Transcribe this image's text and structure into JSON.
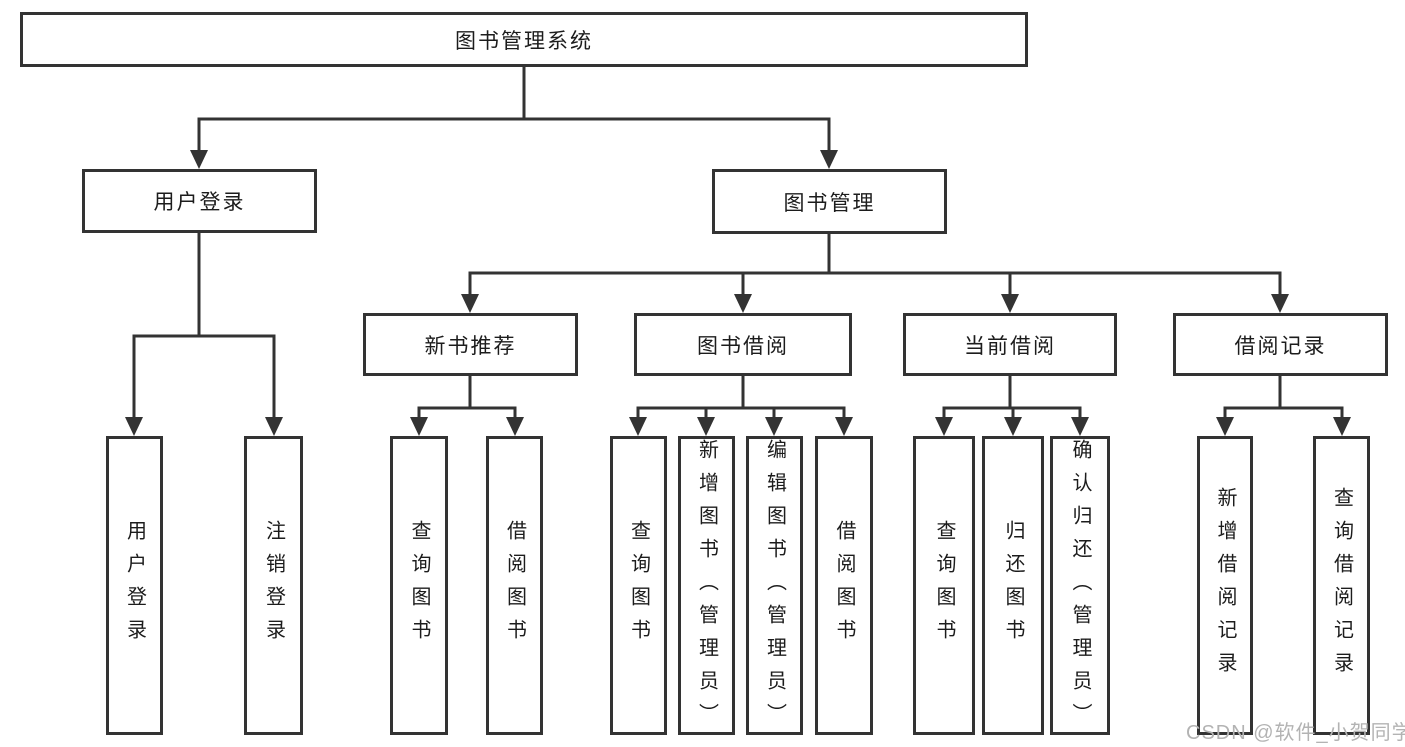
{
  "diagram_title": "图书管理系统",
  "colors": {
    "line": "#333333",
    "text": "#1c1c1c",
    "watermark": "#b3b3b3",
    "background": "#ffffff"
  },
  "nodes": {
    "root": "图书管理系统",
    "user_login": "用户登录",
    "book_mgmt": "图书管理",
    "new_rec": "新书推荐",
    "book_borrow": "图书借阅",
    "current_borrow": "当前借阅",
    "borrow_record": "借阅记录",
    "user_login_leaf": "用户登录",
    "logout_leaf": "注销登录",
    "rec_query_book": "查询图书",
    "rec_borrow_book": "借阅图书",
    "bb_query_book": "查询图书",
    "bb_add_book": "新增图书（管理员）",
    "bb_edit_book": "编辑图书（管理员）",
    "bb_borrow_book": "借阅图书",
    "cb_query_book": "查询图书",
    "cb_return_book": "归还图书",
    "cb_confirm_return": "确认归还（管理员）",
    "br_add_record": "新增借阅记录",
    "br_query_record": "查询借阅记录"
  },
  "hierarchy": {
    "图书管理系统": [
      "用户登录",
      "图书管理"
    ],
    "用户登录": [
      "用户登录",
      "注销登录"
    ],
    "图书管理": [
      "新书推荐",
      "图书借阅",
      "当前借阅",
      "借阅记录"
    ],
    "新书推荐": [
      "查询图书",
      "借阅图书"
    ],
    "图书借阅": [
      "查询图书",
      "新增图书（管理员）",
      "编辑图书（管理员）",
      "借阅图书"
    ],
    "当前借阅": [
      "查询图书",
      "归还图书",
      "确认归还（管理员）"
    ],
    "借阅记录": [
      "新增借阅记录",
      "查询借阅记录"
    ]
  },
  "watermark": "CSDN @软件_小贺同学"
}
